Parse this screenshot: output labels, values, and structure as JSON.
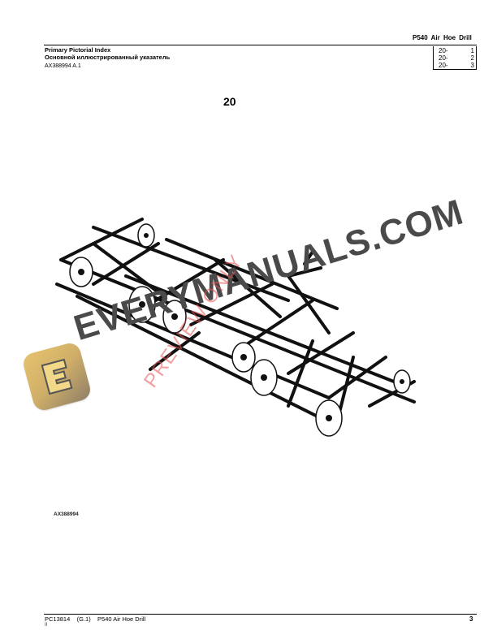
{
  "header": {
    "title": "P540  Air  Hoe  Drill",
    "section_title_en": "Primary Pictorial Index",
    "section_title_ru": "Основной иллюстрированный указатель",
    "section_ref": "AX388994 A.1",
    "index": [
      {
        "prefix": "20-",
        "number": "1"
      },
      {
        "prefix": "20-",
        "number": "2"
      },
      {
        "prefix": "20-",
        "number": "3"
      }
    ]
  },
  "main": {
    "group_number": "20",
    "figure": {
      "icon": "air-hoe-drill-frame-illustration",
      "label": "AX388994"
    }
  },
  "watermarks": {
    "site": "EVERYMANUALS.COM",
    "site_color": "#4a4a4a",
    "preview": "PREVIEW ONLY",
    "preview_color": "#e65050",
    "logo_letter": "E",
    "logo_color": "#e6c36f"
  },
  "footer": {
    "left": "PC13814    (G.1)    P540 Air Hoe Drill",
    "sub": "II",
    "page": "3"
  }
}
